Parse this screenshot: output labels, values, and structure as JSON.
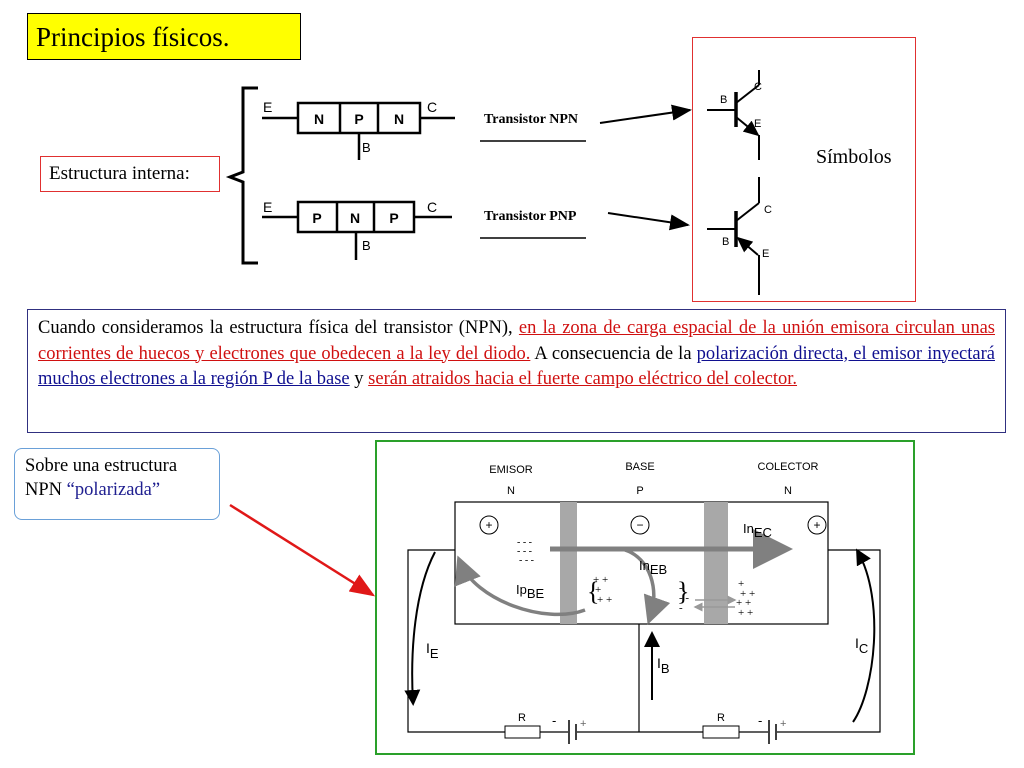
{
  "title": "Principios físicos.",
  "estructura_label": "Estructura interna:",
  "simbolos_label": "Símbolos",
  "npn_structure": {
    "regions": [
      "N",
      "P",
      "N"
    ],
    "e": "E",
    "c": "C",
    "b": "B",
    "name": "Transistor NPN"
  },
  "pnp_structure": {
    "regions": [
      "P",
      "N",
      "P"
    ],
    "e": "E",
    "c": "C",
    "b": "B",
    "name": "Transistor PNP"
  },
  "npn_symbol": {
    "c": "C",
    "b": "B",
    "e": "E"
  },
  "pnp_symbol": {
    "c": "C",
    "b": "B",
    "e": "E"
  },
  "paragraph": {
    "p1": "Cuando consideramos la estructura física del transistor (NPN), ",
    "p2": "en la zona de carga espacial de la unión emisora circulan unas corrientes de huecos y electrones que obedecen a la ley del diodo.",
    "p3": " A consecuencia de la ",
    "p4": "polarización directa, el emisor inyectará muchos electrones a la región P de la base",
    "p5": " y ",
    "p6": "serán atraidos hacia el fuerte campo eléctrico del colector."
  },
  "sobre": {
    "line1": "Sobre una estructura",
    "line2_a": "NPN ",
    "line2_b": "“polarizada”"
  },
  "polarized": {
    "emisor": "EMISOR",
    "emisor_type": "N",
    "base": "BASE",
    "base_type": "P",
    "colector": "COLECTOR",
    "colector_type": "N",
    "plus": "+",
    "minus": "−",
    "in_ec_main": "In",
    "in_ec_sub": "EC",
    "in_eb_main": "In",
    "in_eb_sub": "EB",
    "ip_be_main": "Ip",
    "ip_be_sub": "BE",
    "ie_main": "I",
    "ie_sub": "E",
    "ib_main": "I",
    "ib_sub": "B",
    "ic_main": "I",
    "ic_sub": "C",
    "r1": "R",
    "r2": "R",
    "bat_minus": "-",
    "bat_plus": "+"
  }
}
